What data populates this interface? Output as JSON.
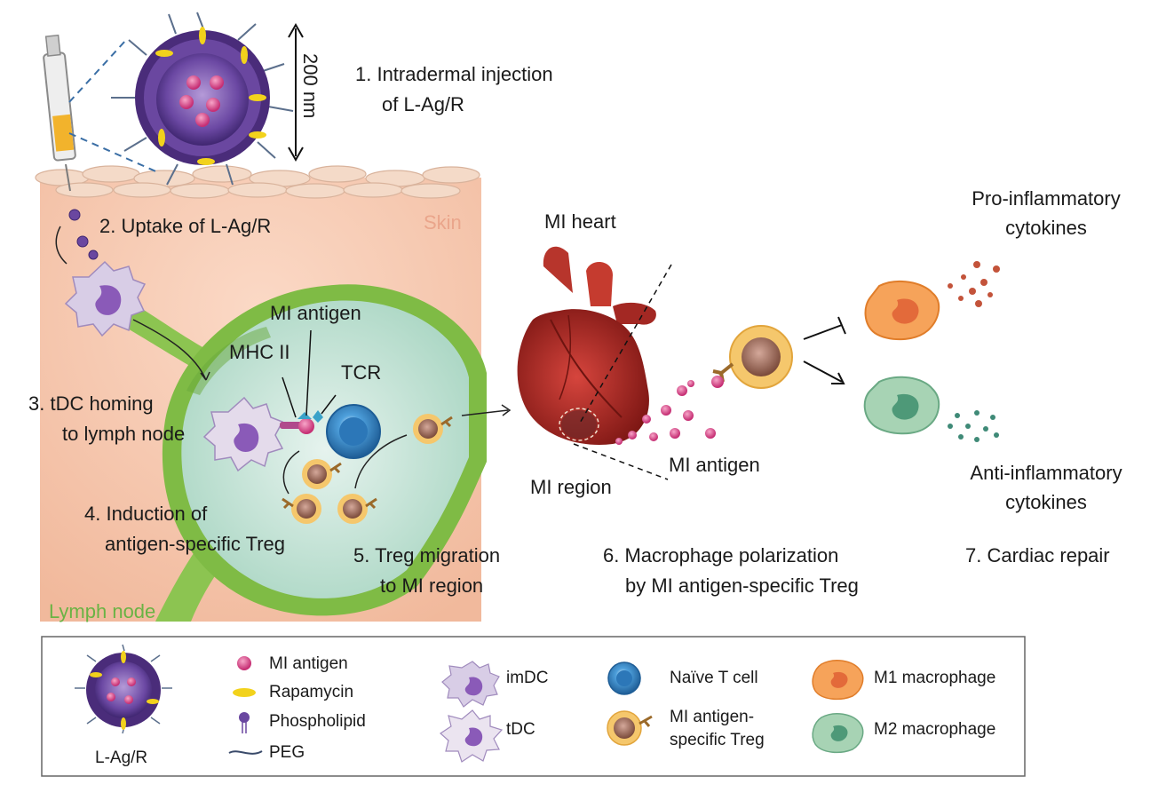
{
  "steps": {
    "s1_line1": "1. Intradermal injection",
    "s1_line2": "of L-Ag/R",
    "s2": "2. Uptake of L-Ag/R",
    "s3_line1": "3. tDC homing",
    "s3_line2": "to lymph node",
    "s4_line1": "4. Induction of",
    "s4_line2": "antigen-specific Treg",
    "s5_line1": "5. Treg migration",
    "s5_line2": "to MI region",
    "s6_line1": "6. Macrophage polarization",
    "s6_line2": "by MI antigen-specific Treg",
    "s7": "7. Cardiac repair"
  },
  "labels": {
    "size": "200 nm",
    "skin": "Skin",
    "lymph_node": "Lymph node",
    "mi_antigen_node": "MI antigen",
    "mhc": "MHC II",
    "tcr": "TCR",
    "mi_heart": "MI heart",
    "mi_region": "MI region",
    "mi_antigen_heart": "MI antigen",
    "pro_line1": "Pro-inflammatory",
    "pro_line2": "cytokines",
    "anti_line1": "Anti-inflammatory",
    "anti_line2": "cytokines"
  },
  "legend": {
    "lag_r": "L-Ag/R",
    "mi_antigen": "MI antigen",
    "rapamycin": "Rapamycin",
    "phospholipid": "Phospholipid",
    "peg": "PEG",
    "imdc": "imDC",
    "tdc": "tDC",
    "naive_t": "Naïve T cell",
    "treg_line1": "MI antigen-",
    "treg_line2": "specific Treg",
    "m1": "M1 macrophage",
    "m2": "M2 macrophage"
  },
  "colors": {
    "skin": "#f6cbb3",
    "lymph_outer": "#8cc451",
    "lymph_inner": "#cfe7df",
    "lymph_label": "#6ab344",
    "liposome": "#5a3a8c",
    "antigen": "#e0508f",
    "rapamycin": "#f2d21c",
    "heart": "#b22a25",
    "m1": "#f6a35a",
    "m2": "#a7d3b4",
    "treg_ring": "#f5c76c",
    "treg_core": "#9b6a55",
    "naive": "#4ea0dc"
  }
}
